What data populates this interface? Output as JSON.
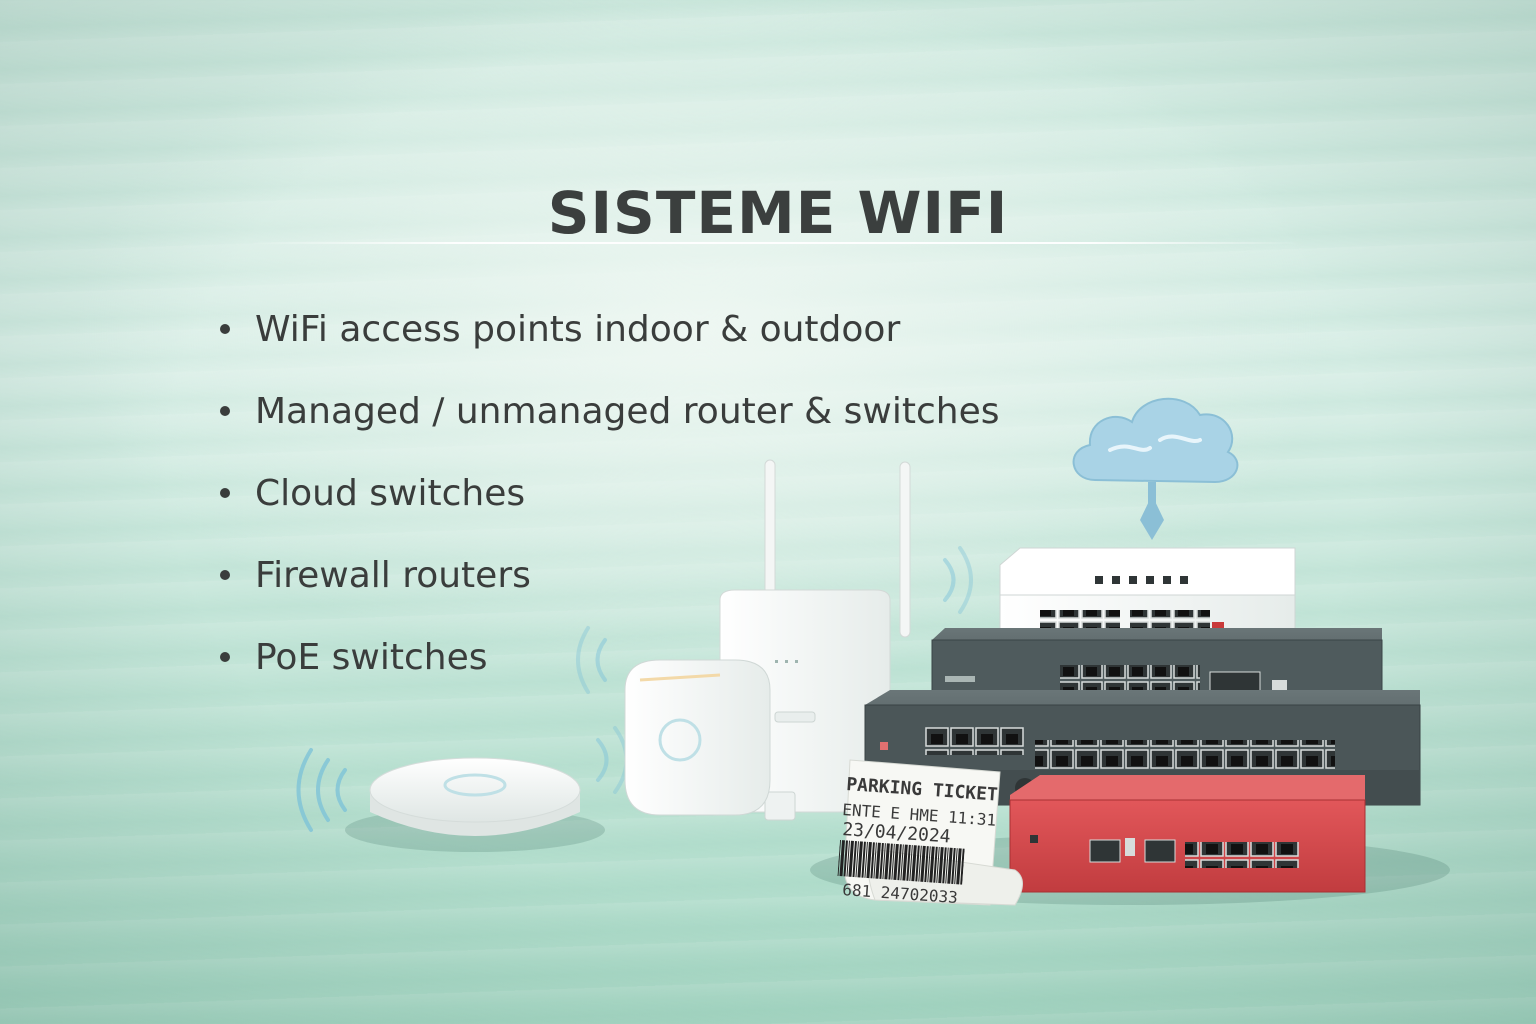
{
  "title": "SISTEME WIFI",
  "bullets": [
    "WiFi access points indoor & outdoor",
    "Managed / unmanaged router & switches",
    "Cloud switches",
    "Firewall routers",
    "PoE switches"
  ],
  "ticket": {
    "heading": "PARKING TICKET",
    "line1": "ENTE E HME 11:31",
    "line2": "23/04/2024",
    "code": "681 24702033"
  },
  "colors": {
    "background": "#c8e6da",
    "text": "#3a3d3c",
    "firewall_red": "#d8474a",
    "switch_gray": "#4f5b5d",
    "cloud": "#a9d3e6"
  },
  "icons": [
    "cloud-icon",
    "wifi-signal-icon"
  ]
}
